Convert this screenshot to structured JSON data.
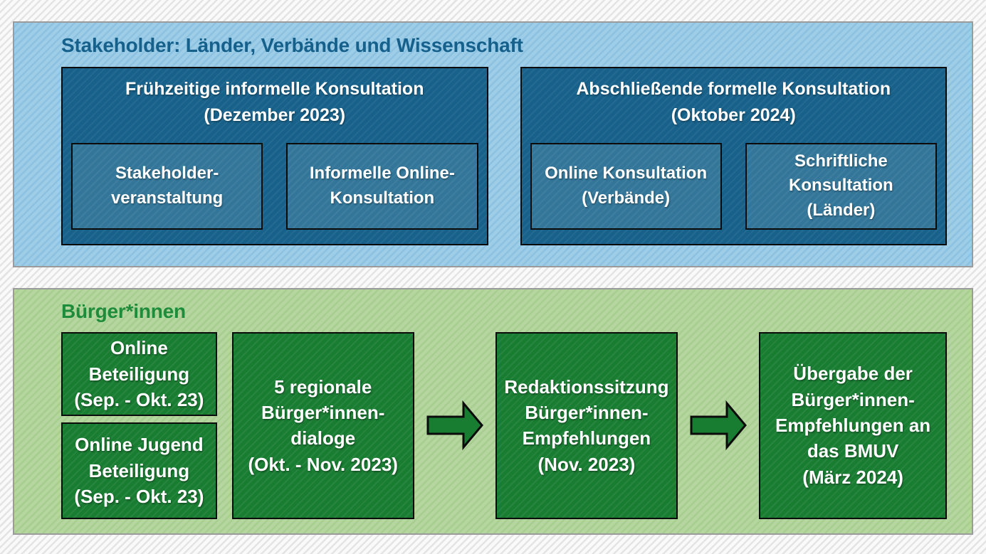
{
  "stakeholder_panel": {
    "title": "Stakeholder: Länder, Verbände und Wissenschaft",
    "groups": [
      {
        "title": "Frühzeitige informelle Konsultation",
        "date": "(Dezember 2023)",
        "items": [
          "Stakeholder-\nveranstaltung",
          "Informelle Online-\nKonsultation"
        ]
      },
      {
        "title": "Abschließende formelle Konsultation",
        "date": "(Oktober 2024)",
        "items": [
          "Online Konsultation\n(Verbände)",
          "Schriftliche\nKonsultation\n(Länder)"
        ]
      }
    ]
  },
  "citizens_panel": {
    "title": "Bürger*innen",
    "stacked_steps": [
      "Online\nBeteiligung\n(Sep. - Okt. 23)",
      "Online Jugend\nBeteiligung\n(Sep. - Okt. 23)"
    ],
    "steps": [
      "5 regionale\nBürger*innen-\ndialoge\n(Okt. - Nov. 2023)",
      "Redaktionssitzung\nBürger*innen-\nEmpfehlungen\n(Nov. 2023)",
      "Übergabe der\nBürger*innen-\nEmpfehlungen an\ndas BMUV\n(März 2024)"
    ],
    "arrow_icon": "arrow-right"
  },
  "colors": {
    "blue_panel_bg": "#9ecde8",
    "blue_panel_stripe": "#8dc1e0",
    "blue_title": "#15618c",
    "dark_blue_box": "#17618a",
    "inner_blue_box": "#337699",
    "green_panel_bg": "#b5d79f",
    "green_panel_stripe": "#a7ce90",
    "green_title": "#1e8c3a",
    "dark_green_box": "#187c31",
    "box_border": "#0b0b0b",
    "panel_border": "#9b9b9b",
    "background_stripe": "#e4e4e4"
  }
}
